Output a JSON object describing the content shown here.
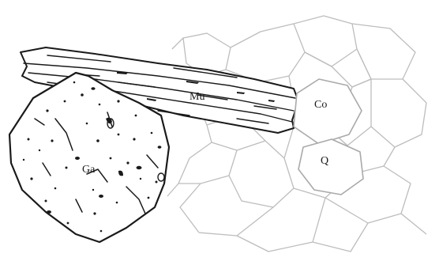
{
  "labels": {
    "mu": "Mu",
    "co": "Co",
    "q": "Q",
    "ga": "Ga"
  },
  "colors": {
    "ink": "#1a1a1a",
    "grain_boundary": "#b9b9b9",
    "paper": "#ffffff"
  }
}
